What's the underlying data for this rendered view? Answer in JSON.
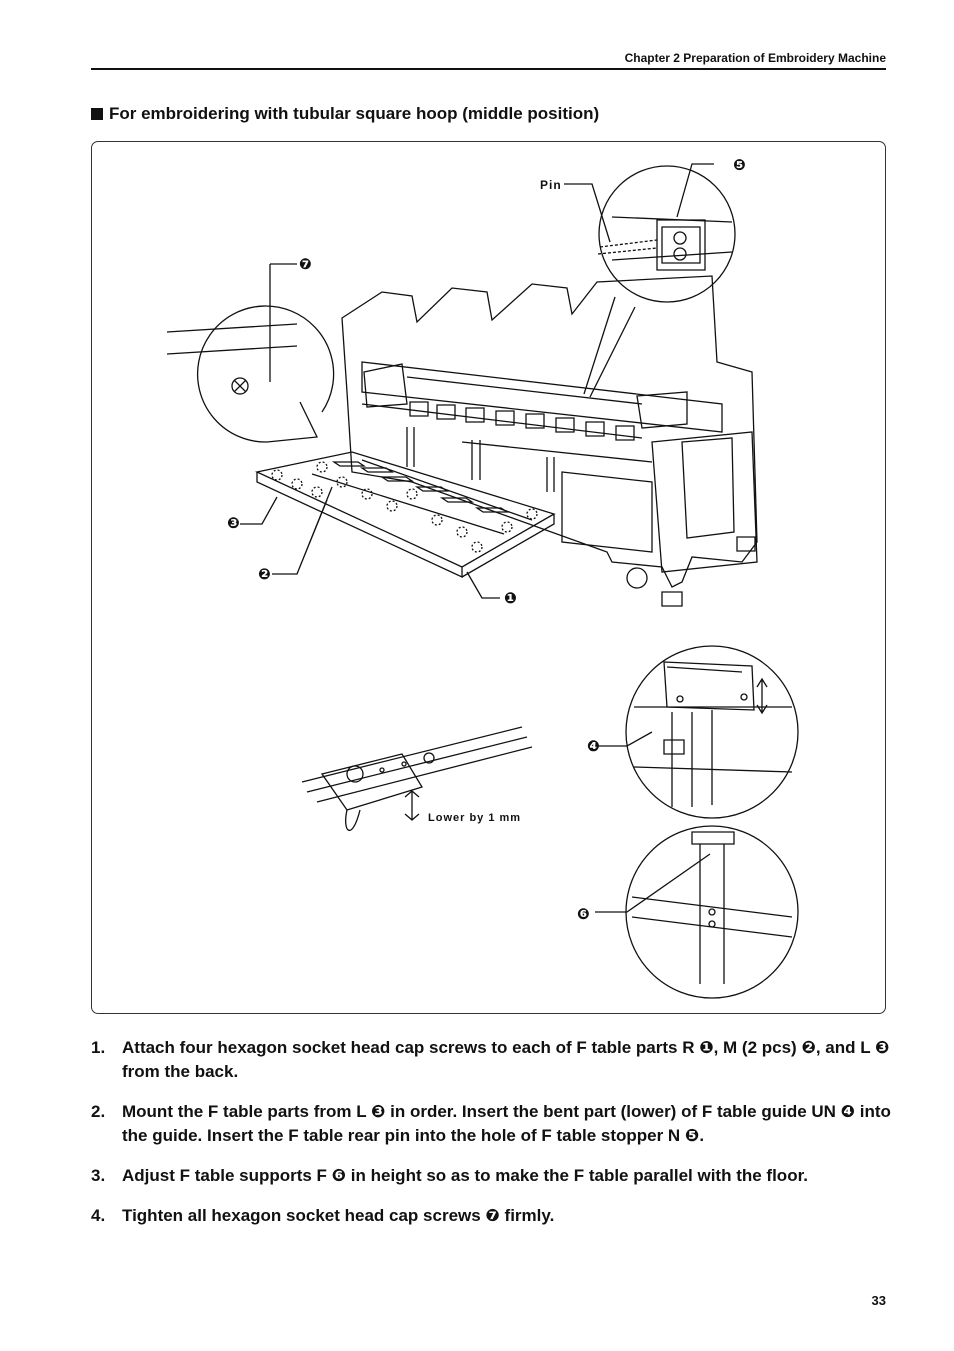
{
  "header": {
    "chapter": "Chapter 2  Preparation of Embroidery Machine"
  },
  "section": {
    "title": "For embroidering with tubular square hoop (middle position)"
  },
  "figure": {
    "labels": {
      "pin": "Pin",
      "lower": "Lower by 1 mm"
    },
    "callouts": [
      "❶",
      "❷",
      "❸",
      "❹",
      "❺",
      "❻",
      "❼"
    ]
  },
  "steps": [
    {
      "num": "1.",
      "text": "Attach four hexagon socket head cap screws to each of F table parts R ❶, M (2 pcs) ❷, and L ❸ from the back."
    },
    {
      "num": "2.",
      "text": "Mount the F table parts from L ❸ in order.  Insert the bent part (lower) of F table guide UN ❹ into the guide.  Insert the F table rear pin into the hole of F table stopper N ❺."
    },
    {
      "num": "3.",
      "text": "Adjust F table supports F ❻ in height so as to make the F table parallel with the floor."
    },
    {
      "num": "4.",
      "text": "Tighten all hexagon socket head cap screws ❼ firmly."
    }
  ],
  "page_number": "33"
}
